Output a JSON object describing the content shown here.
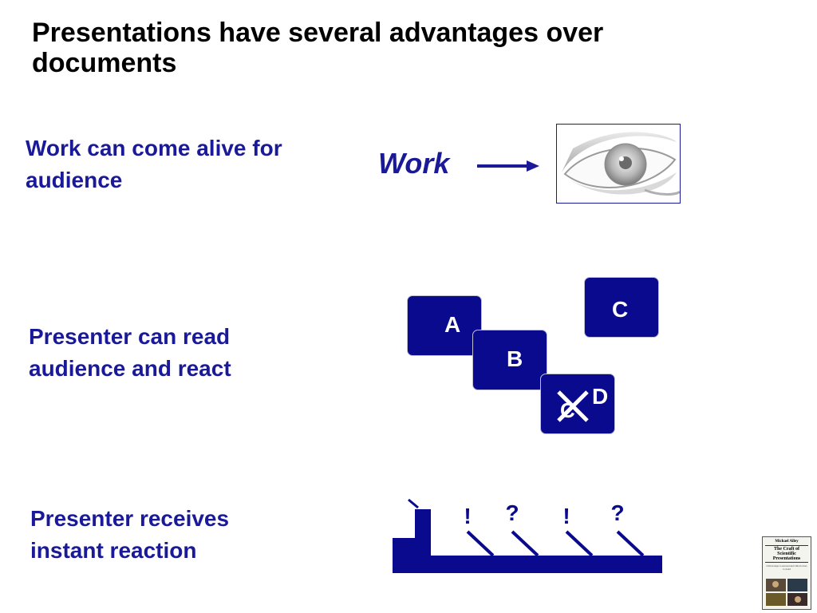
{
  "slide": {
    "title": "Presentations have several advantages over documents",
    "points": [
      "Work can come alive for audience",
      "Presenter can read audience and react",
      "Presenter receives instant reaction"
    ]
  },
  "diagram_work": {
    "label": "Work",
    "image": "eye-illustration"
  },
  "diagram_boxes": {
    "a": "A",
    "b": "B",
    "c": "C",
    "d": "D",
    "crossed": "C"
  },
  "diagram_reaction": {
    "marks": [
      "!",
      "?",
      "!",
      "?"
    ]
  },
  "book": {
    "author": "Michael Alley",
    "title": "The Craft of Scientific Presentations",
    "subtitle": "Critical steps to succeed and critical errors to avoid"
  },
  "colors": {
    "accent": "#1a1a99",
    "box_fill": "#0a0a8f",
    "title_text": "#000000"
  }
}
